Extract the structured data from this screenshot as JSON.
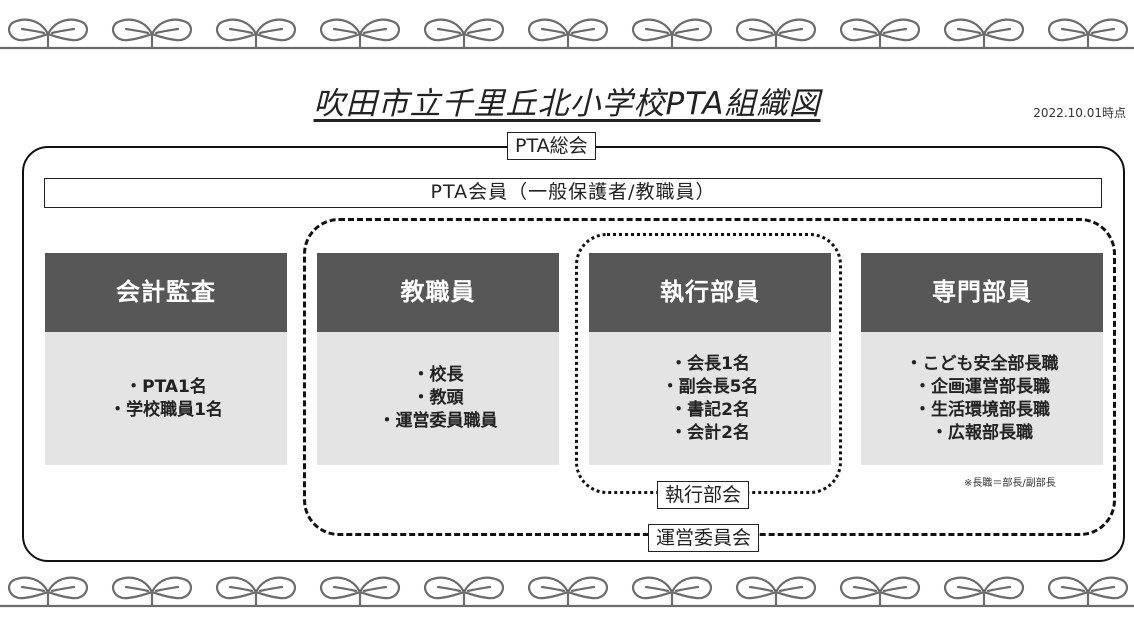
{
  "title": "吹田市立千里丘北小学校PTA組織図",
  "date_stamp": "2022.10.01時点",
  "general_assembly": "PTA総会",
  "members": "PTA会員（一般保護者/教職員）",
  "cards": [
    {
      "heading": "会計監査",
      "items": [
        "・PTA1名",
        "・学校職員1名"
      ]
    },
    {
      "heading": "教職員",
      "items": [
        "・校長",
        "・教頭",
        "・運営委員職員"
      ]
    },
    {
      "heading": "執行部員",
      "items": [
        "・会長1名",
        "・副会長5名",
        "・書記2名",
        "・会計2名"
      ]
    },
    {
      "heading": "専門部員",
      "items": [
        "・こども安全部長職",
        "・企画運営部長職",
        "・生活環境部長職",
        "・広報部長職"
      ]
    }
  ],
  "note": "※長職＝部長/副部長",
  "executive_council": "執行部会",
  "steering_committee": "運営委員会",
  "colors": {
    "card_header": "#575757",
    "card_body": "#e4e4e4",
    "line": "#111111"
  },
  "decoration_icon": "sprout-icon"
}
